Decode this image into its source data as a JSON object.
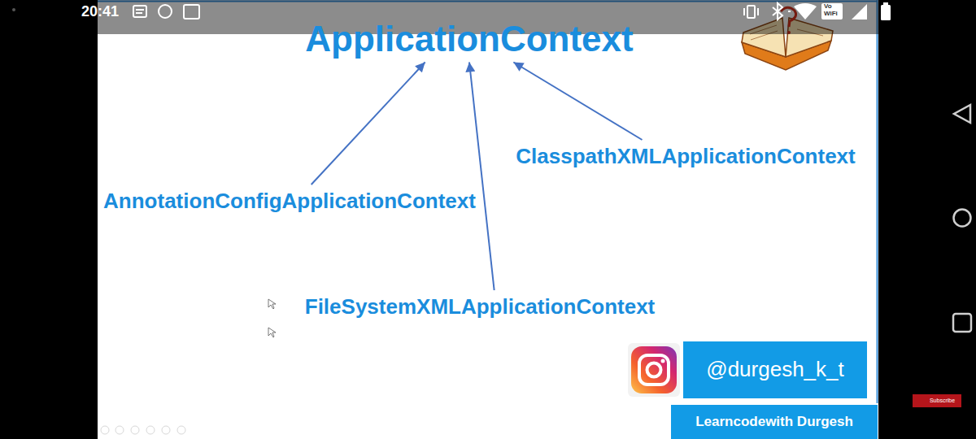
{
  "diagram": {
    "nodes": [
      {
        "text": [
          "ApplicationContext"
        ]
      },
      {
        "text": [
          "ClasspathXMLApplicationContext"
        ]
      },
      {
        "text": [
          "AnnotationConfigApplicationContext"
        ]
      },
      {
        "text": [
          "FileSystemXMLApplicationContext"
        ]
      },
      {
        "text": [
          "@durgesh_k_t"
        ]
      },
      {
        "text": [
          "Subscribe"
        ]
      },
      {
        "text": [
          "Learncodewith Durgesh"
        ]
      }
    ],
    "edges": [
      {
        "from": 1,
        "to": 0,
        "arrow": "to"
      },
      {
        "from": 2,
        "to": 0,
        "arrow": "to"
      },
      {
        "from": 3,
        "to": 0,
        "arrow": "to"
      }
    ],
    "labels": [
      "20:41",
      "Vo",
      "WiFi"
    ]
  }
}
